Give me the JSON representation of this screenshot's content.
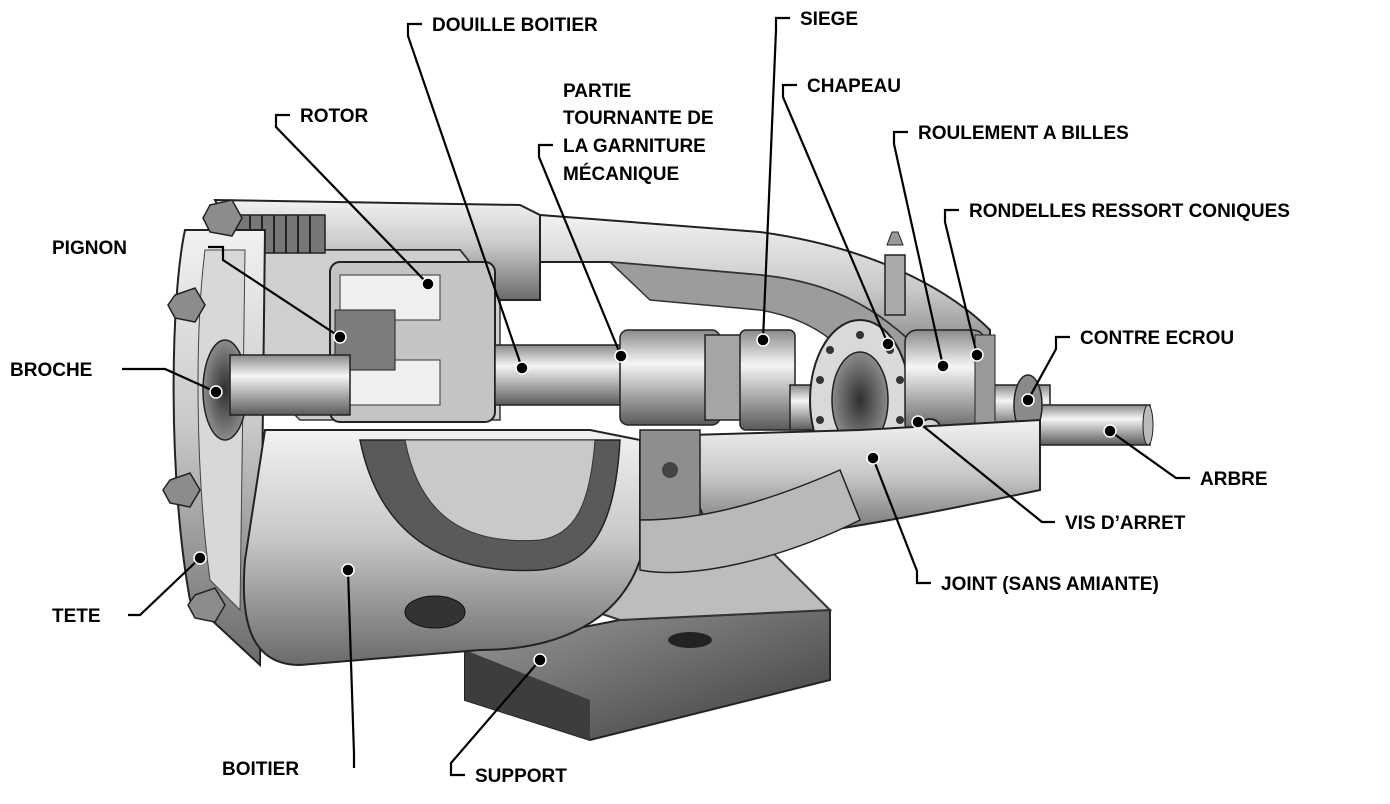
{
  "labels": {
    "douille_boitier": "DOUILLE BOITIER",
    "siege": "SIEGE",
    "chapeau": "CHAPEAU",
    "rotor": "ROTOR",
    "partie_tournante_1": "PARTIE",
    "partie_tournante_2": "TOURNANTE DE",
    "partie_tournante_3": "LA GARNITURE",
    "partie_tournante_4": "MÉCANIQUE",
    "roulement": "ROULEMENT A BILLES",
    "rondelles": "RONDELLES RESSORT CONIQUES",
    "pignon": "PIGNON",
    "contre_ecrou": "CONTRE ECROU",
    "broche": "BROCHE",
    "arbre": "ARBRE",
    "vis_arret": "VIS D’ARRET",
    "joint": "JOINT (SANS AMIANTE)",
    "tete": "TETE",
    "boitier": "BOITIER",
    "support": "SUPPORT"
  },
  "colors": {
    "ink": "#000000",
    "metal_light": "#e4e4e4",
    "metal_mid": "#b5b5b5",
    "metal_dark": "#6e6e6e",
    "shadow": "#3a3a3a"
  }
}
